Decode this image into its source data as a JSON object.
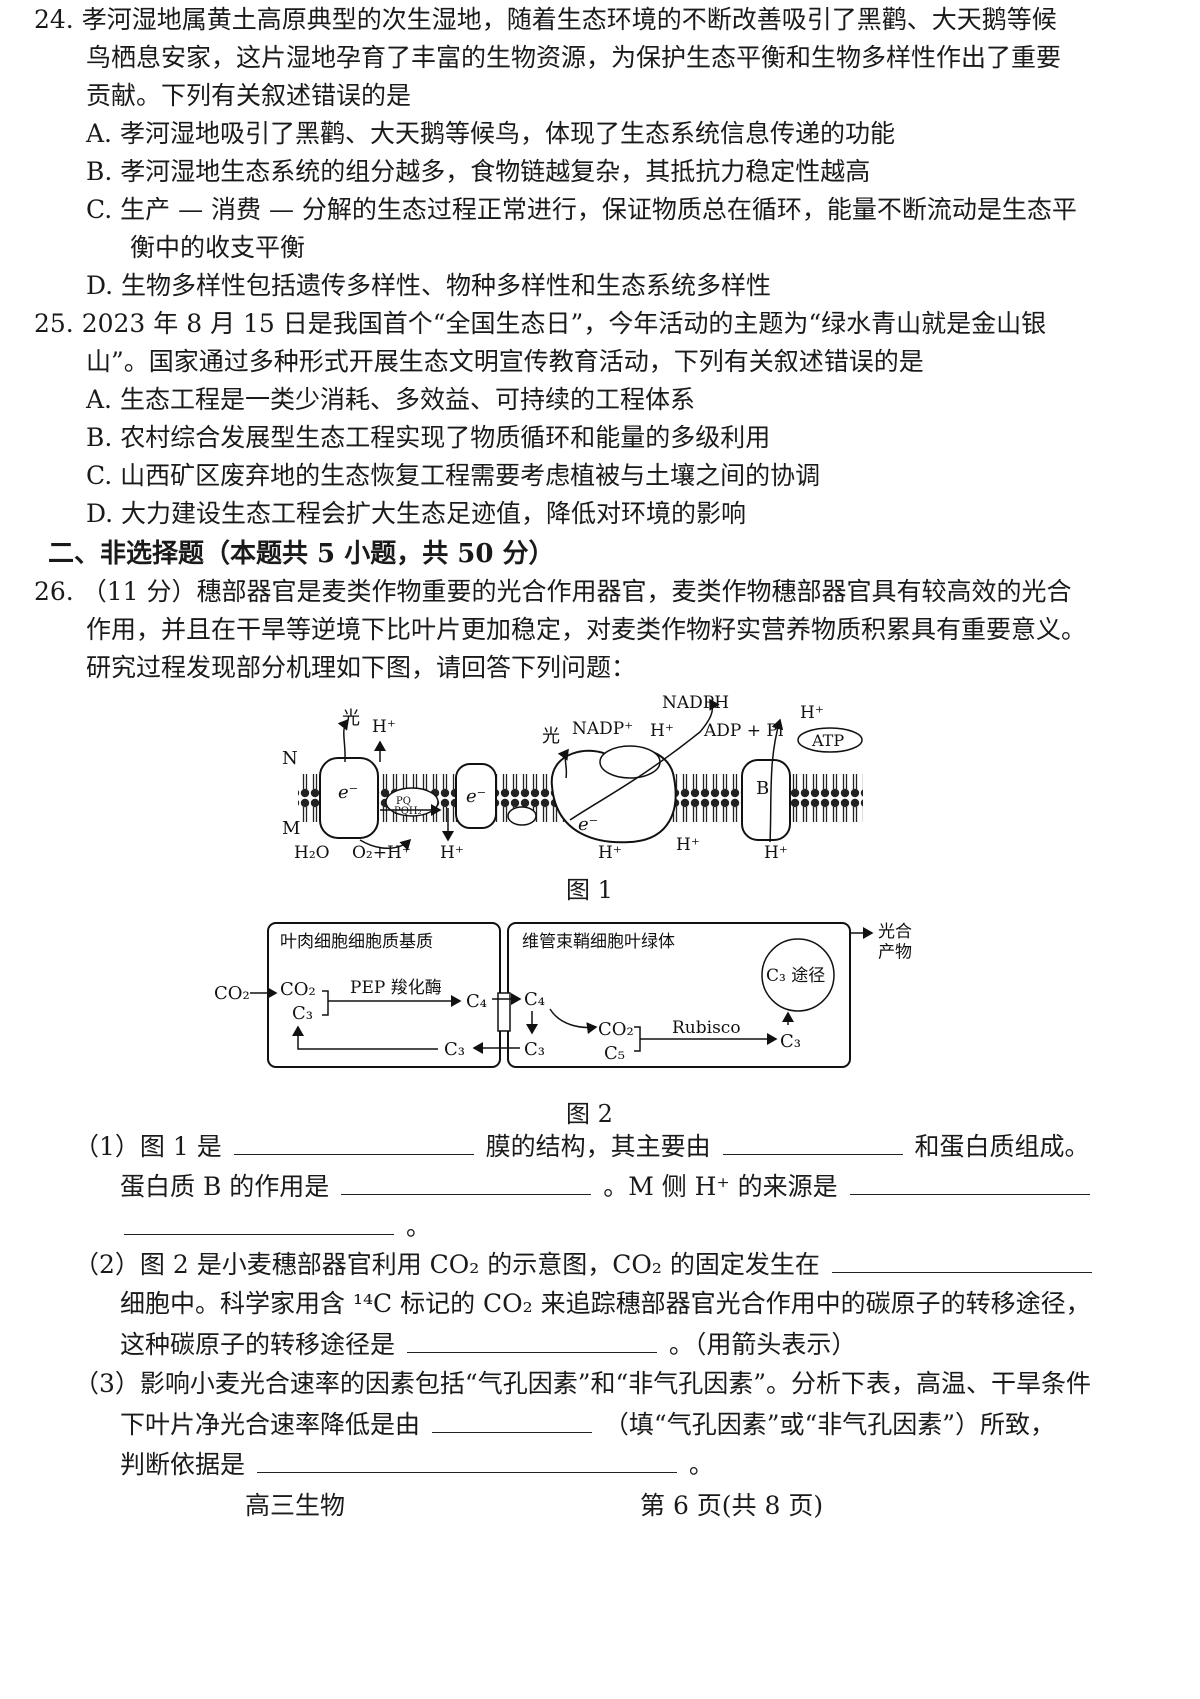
{
  "q24": {
    "lines": [
      "24. 孝河湿地属黄土高原典型的次生湿地，随着生态环境的不断改善吸引了黑鹳、大天鹅等候",
      "鸟栖息安家，这片湿地孕育了丰富的生物资源，为保护生态平衡和生物多样性作出了重要",
      "贡献。下列有关叙述错误的是"
    ],
    "options": [
      "A. 孝河湿地吸引了黑鹳、大天鹅等候鸟，体现了生态系统信息传递的功能",
      "B. 孝河湿地生态系统的组分越多，食物链越复杂，其抵抗力稳定性越高",
      "C. 生产 — 消费 — 分解的生态过程正常进行，保证物质总在循环，能量不断流动是生态平",
      "衡中的收支平衡",
      "D. 生物多样性包括遗传多样性、物种多样性和生态系统多样性"
    ]
  },
  "q25": {
    "lines": [
      "25. 2023 年 8 月 15 日是我国首个“全国生态日”，今年活动的主题为“绿水青山就是金山银",
      "山”。国家通过多种形式开展生态文明宣传教育活动，下列有关叙述错误的是"
    ],
    "options": [
      "A. 生态工程是一类少消耗、多效益、可持续的工程体系",
      "B. 农村综合发展型生态工程实现了物质循环和能量的多级利用",
      "C. 山西矿区废弃地的生态恢复工程需要考虑植被与土壤之间的协调",
      "D. 大力建设生态工程会扩大生态足迹值，降低对环境的影响"
    ]
  },
  "section2": "二、非选择题（本题共 5 小题，共 50 分）",
  "q26": {
    "lines": [
      "26. （11 分）穗部器官是麦类作物重要的光合作用器官，麦类作物穗部器官具有较高效的光合",
      "作用，并且在干旱等逆境下比叶片更加稳定，对麦类作物籽实营养物质积累具有重要意义。",
      "研究过程发现部分机理如下图，请回答下列问题："
    ]
  },
  "fig1": {
    "caption": "图 1",
    "labels": {
      "N": "N",
      "M": "M",
      "light1": "光",
      "light2": "光",
      "h_top1": "H⁺",
      "e1": "e⁻",
      "e2": "e⁻",
      "e3": "e⁻",
      "pq": "PQ",
      "pqh": "PQH₂",
      "h2o": "H₂O",
      "o2h": "O₂+H⁺",
      "h_bot1": "H⁺",
      "h_bot2": "H⁺",
      "h_bot3": "H⁺",
      "h_bot4": "H⁺",
      "nadp": "NADP⁺",
      "h_mid": "H⁺",
      "nadph": "NADPH",
      "adp": "ADP + Pi",
      "atp": "ATP",
      "h_top2": "H⁺",
      "b": "B"
    }
  },
  "fig2": {
    "caption": "图 2",
    "left_title": "叶肉细胞细胞质基质",
    "right_title": "维管束鞘细胞叶绿体",
    "co2_in": "CO₂",
    "co2_l": "CO₂",
    "c3_l": "C₃",
    "pep": "PEP 羧化酶",
    "c4_l": "C₄",
    "c4_r": "C₄",
    "c3_bl": "C₃",
    "c3_br": "C₃",
    "co2_r": "CO₂",
    "c5_r": "C₅",
    "rubisco": "Rubisco",
    "c3_out": "C₃",
    "c3_cycle": "C₃ 途径",
    "product": "光合\n产物"
  },
  "sub": {
    "p1a": "（1）图 1 是",
    "p1b": "膜的结构，其主要由",
    "p1c": "和蛋白质组成。",
    "p1d": "蛋白质 B 的作用是",
    "p1e": "。M 侧 H⁺ 的来源是",
    "p1f": "。",
    "p2a": "（2）图 2 是小麦穗部器官利用 CO₂ 的示意图，CO₂ 的固定发生在",
    "p2b": "细胞中。科学家用含 ¹⁴C 标记的 CO₂ 来追踪穗部器官光合作用中的碳原子的转移途径，",
    "p2c": "这种碳原子的转移途径是",
    "p2d": "。（用箭头表示）",
    "p3a": "（3）影响小麦光合速率的因素包括“气孔因素”和“非气孔因素”。分析下表，高温、干旱条件",
    "p3b": "下叶片净光合速率降低是由",
    "p3c": "（填“气孔因素”或“非气孔因素”）所致，",
    "p3d": "判断依据是",
    "p3e": "。"
  },
  "footer": {
    "subject": "高三生物",
    "page": "第 6 页(共 8 页)"
  }
}
